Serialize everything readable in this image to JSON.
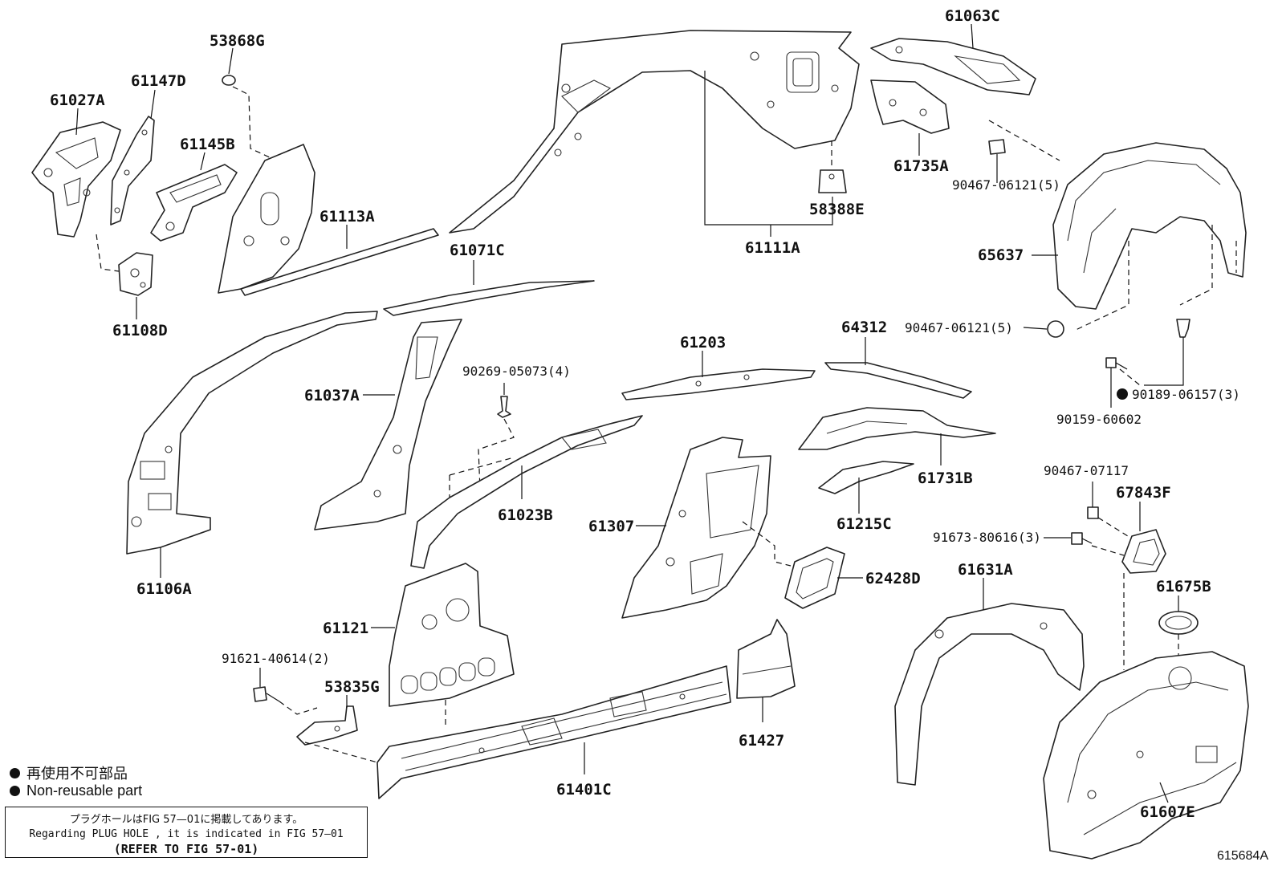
{
  "labels": {
    "p53868G": "53868G",
    "p61147D": "61147D",
    "p61027A": "61027A",
    "p61145B": "61145B",
    "p61113A": "61113A",
    "p61108D": "61108D",
    "p61071C": "61071C",
    "p61063C": "61063C",
    "p61735A": "61735A",
    "p58388E": "58388E",
    "p61111A": "61111A",
    "p90467_06121_5a": "90467-06121(5)",
    "p65637": "65637",
    "p90467_06121_5b": "90467-06121(5)",
    "p90189_06157_3": "90189-06157(3)",
    "p90159_60602": "90159-60602",
    "p64312": "64312",
    "p61203": "61203",
    "p61037A": "61037A",
    "p90269_05073_4": "90269-05073(4)",
    "p61106A": "61106A",
    "p61023B": "61023B",
    "p61307": "61307",
    "p61731B": "61731B",
    "p61215C": "61215C",
    "p90467_07117": "90467-07117",
    "p67843F": "67843F",
    "p91673_80616_3": "91673-80616(3)",
    "p62428D": "62428D",
    "p61631A": "61631A",
    "p61675B": "61675B",
    "p61121": "61121",
    "p91621_40614_2": "91621-40614(2)",
    "p53835G": "53835G",
    "p61427": "61427",
    "p61401C": "61401C",
    "p61607E": "61607E"
  },
  "legend": {
    "jp": "再使用不可部品",
    "en": "Non-reusable part"
  },
  "note": {
    "line1": "プラグホールはFIG 57—01に掲載してあります。",
    "line2": "Regarding PLUG HOLE , it is indicated in FIG 57—01",
    "line3": "(REFER TO FIG 57-01)"
  },
  "figure_id": "615684A"
}
